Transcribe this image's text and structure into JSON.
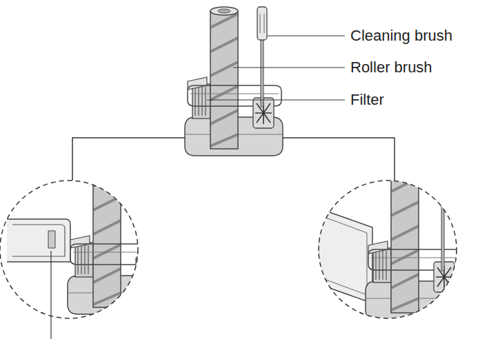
{
  "diagram": {
    "labels": [
      "Cleaning brush",
      "Roller brush",
      "Filter"
    ]
  }
}
